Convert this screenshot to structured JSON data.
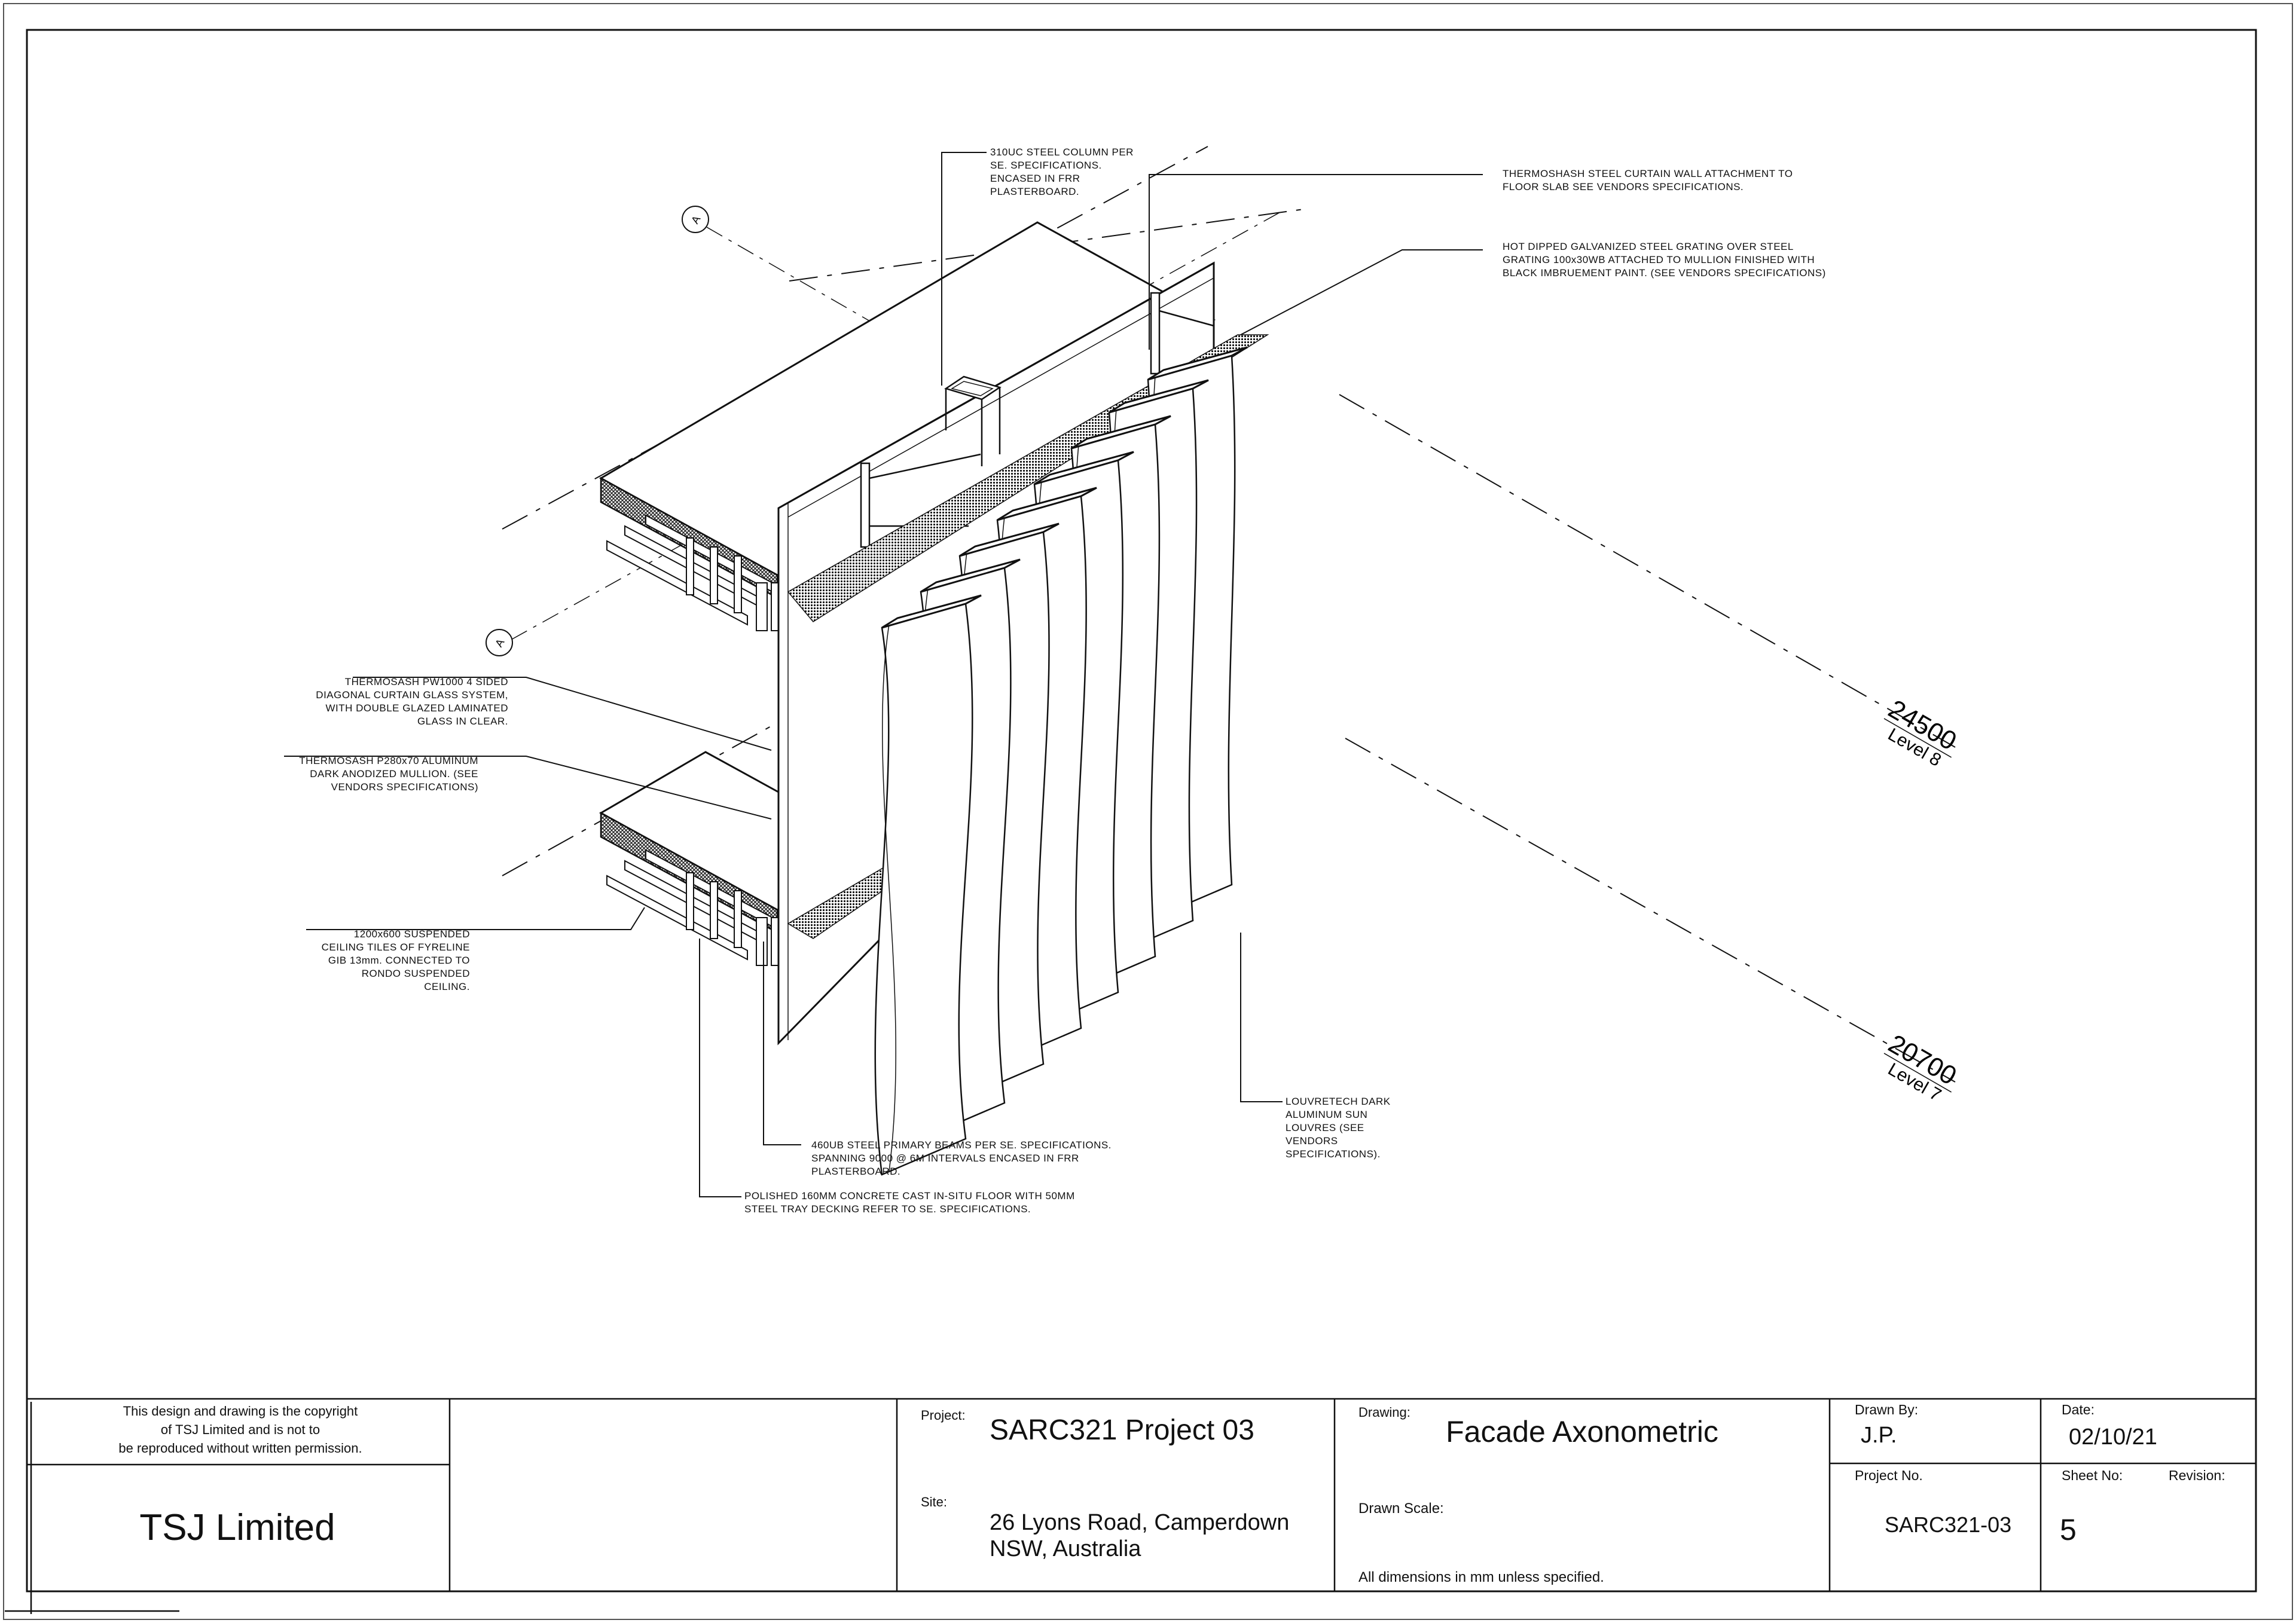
{
  "annotations": {
    "column": "310UC STEEL COLUMN PER\nSE. SPECIFICATIONS.\nENCASED IN FRR\nPLASTERBOARD.",
    "attachment": "THERMOSHASH STEEL CURTAIN WALL ATTACHMENT TO\nFLOOR SLAB SEE VENDORS SPECIFICATIONS.",
    "grating": "HOT DIPPED GALVANIZED STEEL GRATING OVER STEEL\nGRATING 100x30WB ATTACHED TO MULLION FINISHED WITH\nBLACK IMBRUEMENT PAINT. (SEE VENDORS SPECIFICATIONS)",
    "curtain_glass": "THERMOSASH PW1000 4 SIDED\nDIAGONAL CURTAIN GLASS SYSTEM,\nWITH DOUBLE GLAZED LAMINATED\nGLASS IN CLEAR.",
    "mullion": "THERMOSASH P280x70 ALUMINUM\nDARK ANODIZED MULLION.  (SEE\nVENDORS SPECIFICATIONS)",
    "ceiling": "1200x600 SUSPENDED\nCEILING TILES  OF FYRELINE\nGIB 13mm. CONNECTED TO\nRONDO SUSPENDED\nCEILING.",
    "beams": "460UB STEEL PRIMARY BEAMS PER SE. SPECIFICATIONS.\nSPANNING 9000 @ 6M INTERVALS ENCASED IN FRR\nPLASTERBOARD.",
    "floor": "POLISHED 160MM CONCRETE CAST IN-SITU FLOOR WITH 50MM\nSTEEL TRAY DECKING REFER TO SE. SPECIFICATIONS.",
    "louvres": "LOUVRETECH DARK\nALUMINUM SUN\nLOUVRES (SEE\nVENDORS\nSPECIFICATIONS)."
  },
  "levels": [
    {
      "value": "24500",
      "name": "Level 8"
    },
    {
      "value": "20700",
      "name": "Level 7"
    }
  ],
  "section_markers": [
    "A",
    "A"
  ],
  "title_block": {
    "copyright": "This design and drawing is the copyright\nof TSJ Limited and is not to\nbe reproduced without written permission.",
    "company": "TSJ Limited",
    "project_label": "Project:",
    "project_value": "SARC321 Project 03",
    "site_label": "Site:",
    "site_value": "26 Lyons Road, Camperdown\nNSW, Australia",
    "drawing_label": "Drawing:",
    "drawing_value": "Facade Axonometric",
    "scale_label": "Drawn Scale:",
    "dimensions_note": "All dimensions in mm unless specified.",
    "drawn_by_label": "Drawn By:",
    "drawn_by_value": "J.P.",
    "date_label": "Date:",
    "date_value": "02/10/21",
    "project_no_label": "Project No.",
    "project_no_value": "SARC321-03",
    "sheet_label": "Sheet No:",
    "sheet_value": "5",
    "revision_label": "Revision:"
  }
}
